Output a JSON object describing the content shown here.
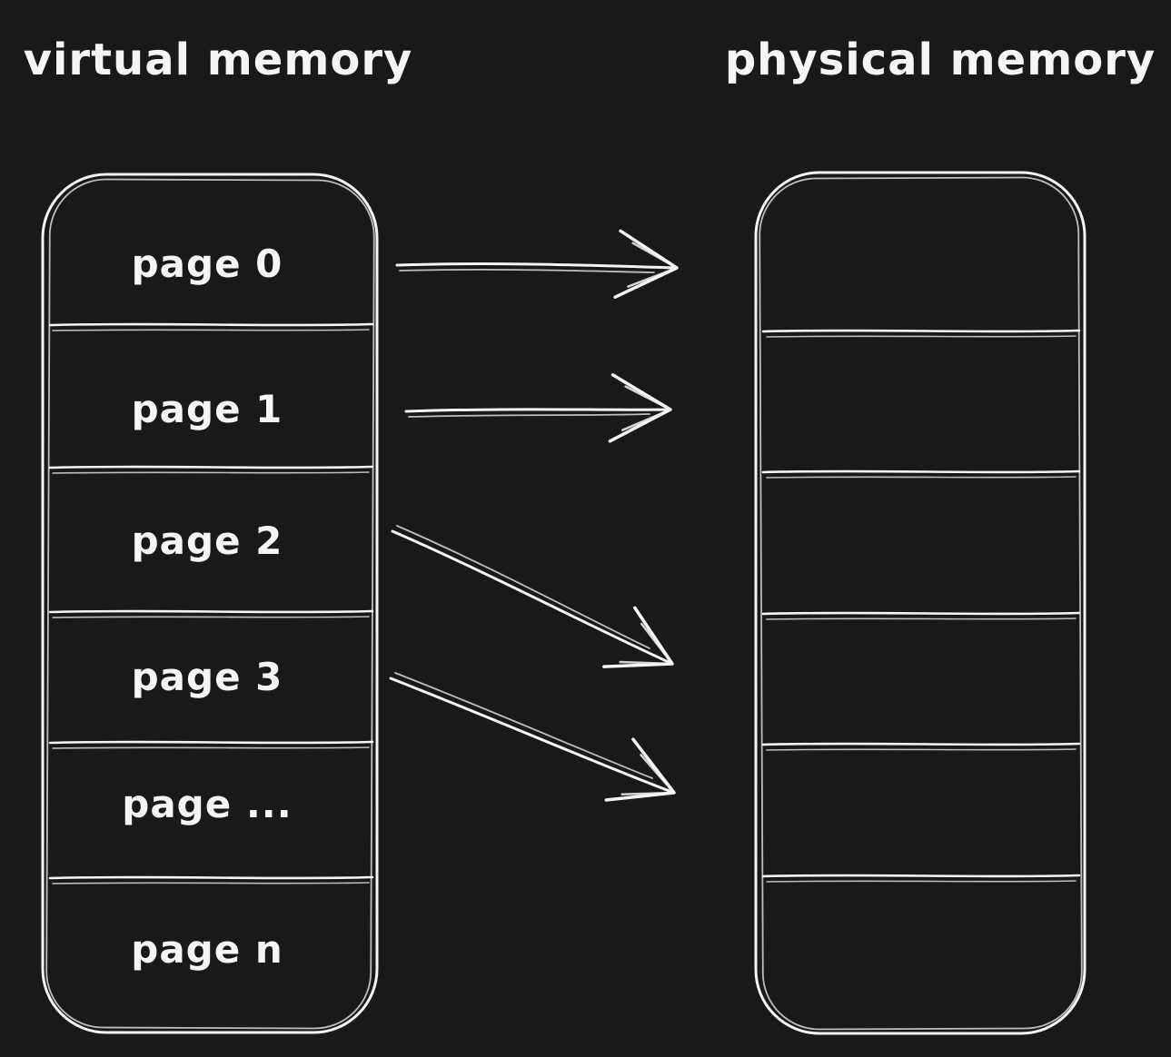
{
  "diagram": {
    "background_color": "#191919",
    "stroke_color": "#f5f5f5",
    "virtual": {
      "title": "virtual memory",
      "pages": [
        "page 0",
        "page 1",
        "page 2",
        "page 3",
        "page ...",
        "page n"
      ]
    },
    "physical": {
      "title": "physical memory",
      "frame_count": 6
    },
    "mappings": [
      {
        "from_page": "page 0",
        "to_frame_index": 0
      },
      {
        "from_page": "page 1",
        "to_frame_index": 1
      },
      {
        "from_page": "page 2",
        "to_frame_index": 3
      },
      {
        "from_page": "page 3",
        "to_frame_index": 4
      }
    ]
  }
}
